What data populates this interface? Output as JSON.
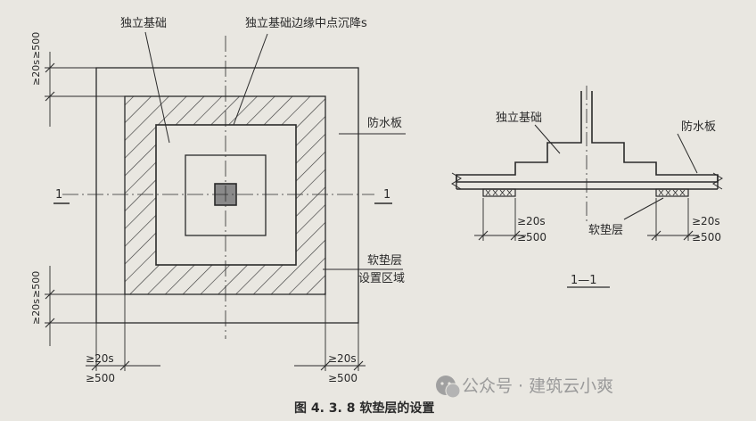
{
  "plan": {
    "label_footing": "独立基础",
    "label_edge_settle": "独立基础边缘中点沉降s",
    "label_waterproof": "防水板",
    "label_cushion_1": "软垫层",
    "label_cushion_2": "设置区域",
    "section_mark": "1",
    "dim_top_a": "≥20s",
    "dim_top_b": "≥500",
    "dim_left_a": "≥20s",
    "dim_left_b": "≥500",
    "dim_bottom_left_a": "≥20s",
    "dim_bottom_left_b": "≥500",
    "dim_bottom_right_a": "≥20s",
    "dim_bottom_right_b": "≥500"
  },
  "section": {
    "label_footing": "独立基础",
    "label_waterproof": "防水板",
    "label_cushion": "软垫层",
    "dim_left_a": "≥20s",
    "dim_left_b": "≥500",
    "dim_right_a": "≥20s",
    "dim_right_b": "≥500",
    "title": "1—1"
  },
  "caption": "图 4. 3. 8   软垫层的设置",
  "watermark": "公众号 · 建筑云小爽"
}
